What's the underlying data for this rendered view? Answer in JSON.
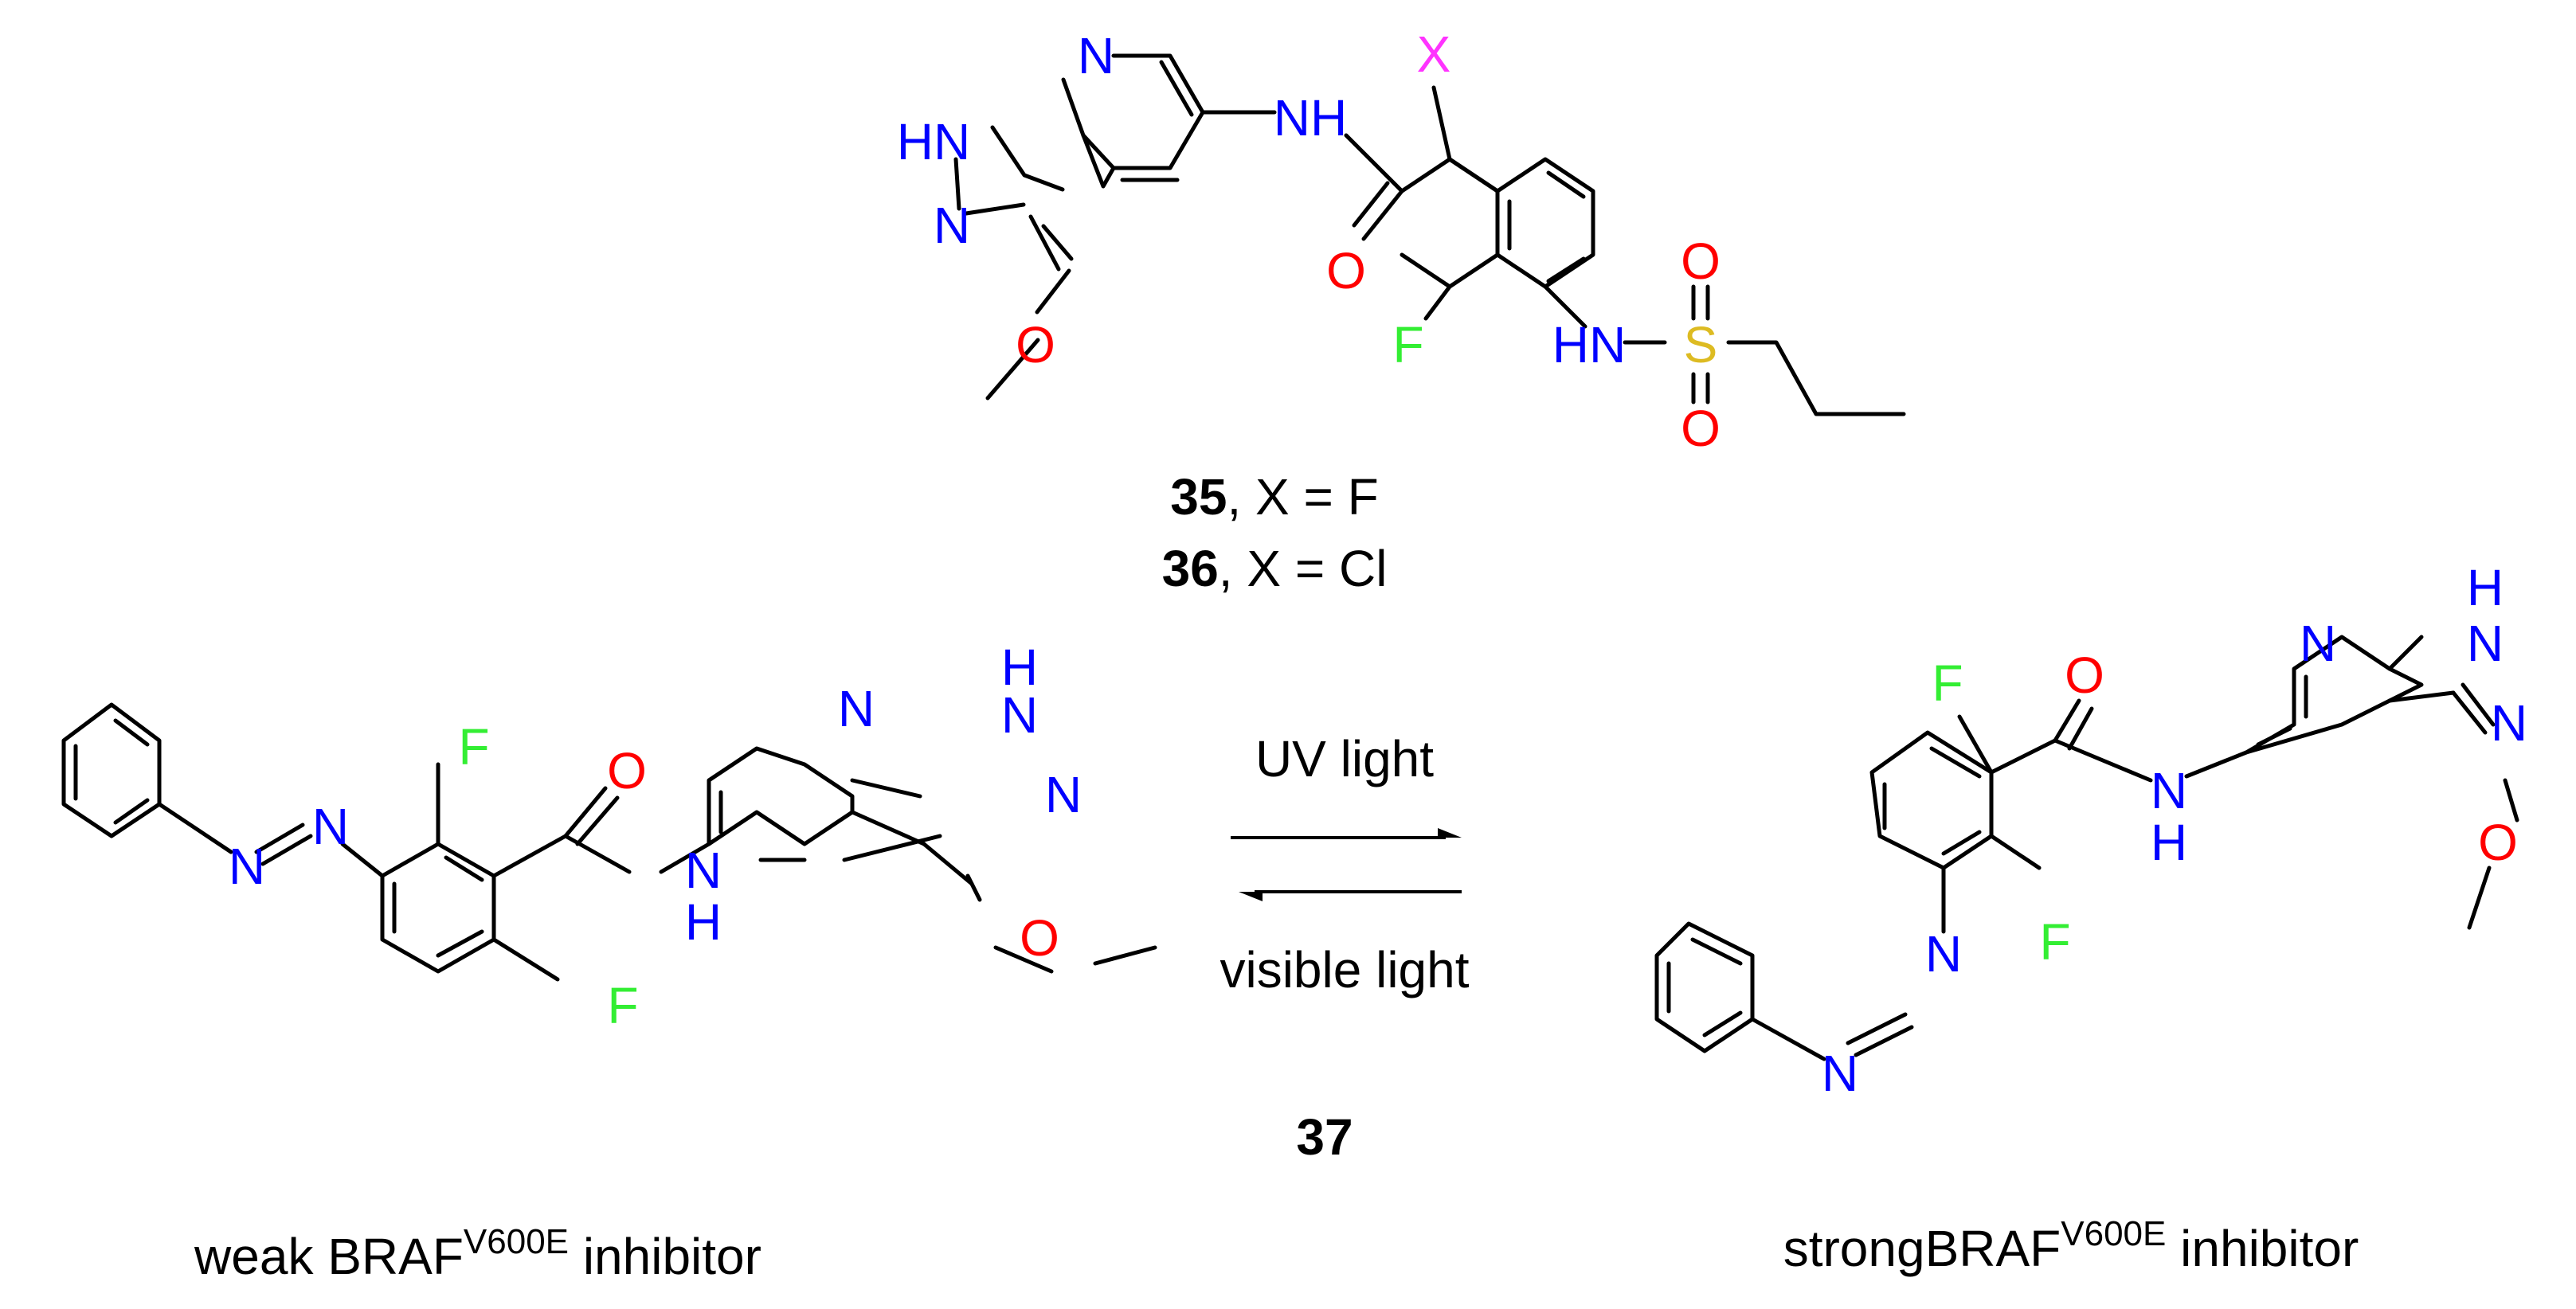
{
  "colors": {
    "bond": "#000000",
    "nitrogen": "#0000ff",
    "oxygen": "#ff0000",
    "fluorine": "#33ee33",
    "sulfur": "#ddbb22",
    "substituent_x": "#ff33ff"
  },
  "compound_top": {
    "atoms": {
      "x": "X",
      "pyridine_n": "N",
      "nh_ring": "HN",
      "n_ring": "N",
      "amide_nh": "NH",
      "carbonyl_o": "O",
      "methoxy_o": "O",
      "f": "F",
      "sulfonamide_nh": "HN",
      "s": "S",
      "s_o_top": "O",
      "s_o_bottom": "O"
    },
    "labels": [
      {
        "num": "35",
        "rest": ", X = F"
      },
      {
        "num": "36",
        "rest": ", X = Cl"
      }
    ]
  },
  "compound_left": {
    "atoms": {
      "azo_n1": "N",
      "azo_n2": "N",
      "f_top": "F",
      "f_bottom": "F",
      "carbonyl_o": "O",
      "amide_n": "N",
      "amide_h": "H",
      "pyridine_n": "N",
      "nh_n": "N",
      "nh_h": "H",
      "n_ring": "N",
      "methoxy_o": "O"
    },
    "caption": {
      "prefix": "weak BRAF",
      "sup": "V600E",
      "suffix": " inhibitor"
    }
  },
  "compound_right": {
    "atoms": {
      "f_top": "F",
      "carbonyl_o": "O",
      "pyridine_n": "N",
      "nh_h": "H",
      "nh_n": "N",
      "n_ring": "N",
      "amide_n": "N",
      "amide_h": "H",
      "f_bottom": "F",
      "azo_n1": "N",
      "azo_n2": "N",
      "methoxy_o": "O"
    },
    "caption": {
      "prefix": "strongBRAF",
      "sup": "V600E",
      "suffix": " inhibitor"
    }
  },
  "equilibrium": {
    "forward_label": "UV light",
    "reverse_label": "visible light",
    "compound_number": "37"
  }
}
